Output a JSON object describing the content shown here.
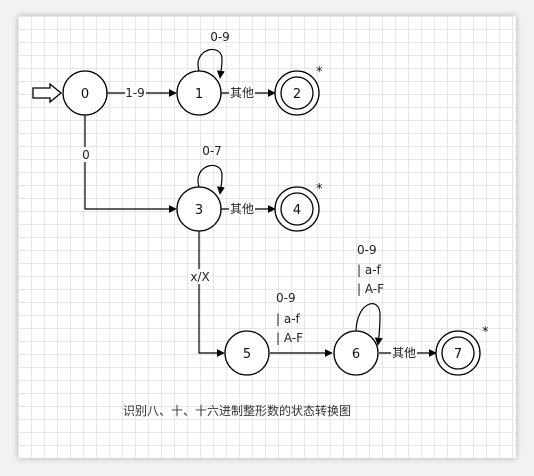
{
  "states": {
    "s0": "0",
    "s1": "1",
    "s2": "2",
    "s3": "3",
    "s4": "4",
    "s5": "5",
    "s6": "6",
    "s7": "7"
  },
  "edges": {
    "e0_1": "1-9",
    "e0_3": "0",
    "loop1": "0-9",
    "e1_2": "其他",
    "loop3": "0-7",
    "e3_4": "其他",
    "e3_5": "x/X",
    "e5_6": [
      "0-9",
      "| a-f",
      "| A-F"
    ],
    "loop6": [
      "0-9",
      "| a-f",
      "| A-F"
    ],
    "e6_7": "其他"
  },
  "marks": {
    "star2": "*",
    "star4": "*",
    "star7": "*"
  },
  "caption": "识别八、十、十六进制整形数的状态转换图"
}
